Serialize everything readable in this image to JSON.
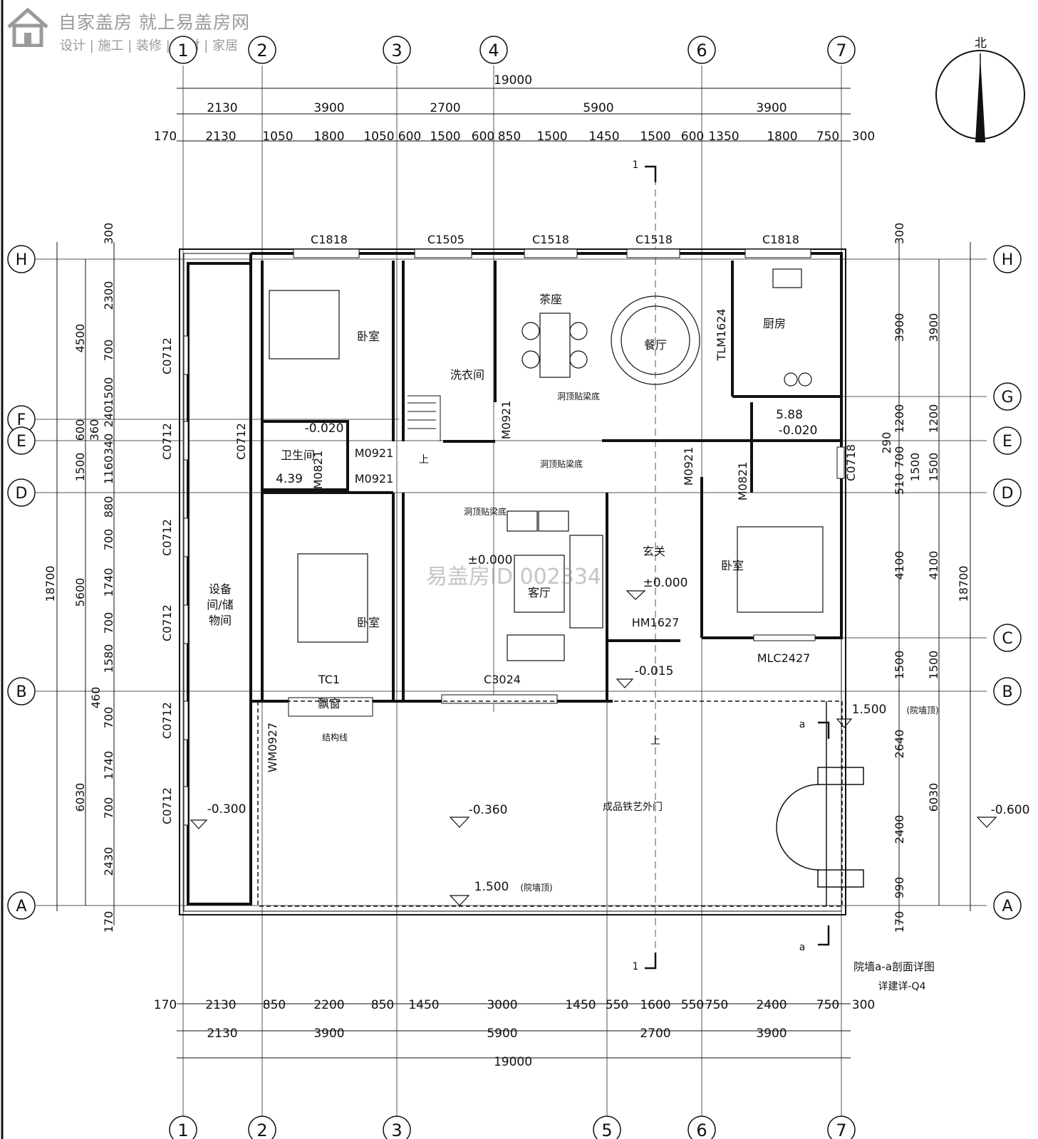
{
  "branding": {
    "title": "自家盖房 就上易盖房网",
    "subtitle": "设计 | 施工 | 装修 | 建材 | 家居",
    "watermark": "易盖房ID 002334"
  },
  "north": {
    "label": "北"
  },
  "grid_columns": [
    "1",
    "2",
    "3",
    "4",
    "5",
    "6",
    "7"
  ],
  "grid_rows": [
    "H",
    "G",
    "F",
    "E",
    "D",
    "C",
    "B",
    "A"
  ],
  "top_dims": {
    "total": "19000",
    "axis": [
      "2130",
      "3900",
      "2700",
      "5900",
      "3900"
    ],
    "detail": [
      "170",
      "2130",
      "1050",
      "1800",
      "1050",
      "600",
      "1500",
      "600",
      "850",
      "1500",
      "1450",
      "1500",
      "600",
      "1350",
      "1800",
      "750",
      "300"
    ]
  },
  "bottom_dims": {
    "total": "19000",
    "axis": [
      "2130",
      "3900",
      "5900",
      "2700",
      "3900"
    ],
    "detail": [
      "170",
      "2130",
      "850",
      "2200",
      "850",
      "1450",
      "3000",
      "1450",
      "550",
      "1600",
      "550",
      "750",
      "2400",
      "750",
      "300"
    ]
  },
  "left_dims": {
    "total": "18700",
    "axis": [
      "4500",
      "600",
      "1500",
      "5600",
      "6030"
    ],
    "detail": [
      "300",
      "2300",
      "700",
      "1500",
      "240",
      "360",
      "340",
      "1160",
      "880",
      "700",
      "1740",
      "700",
      "1580",
      "460",
      "700",
      "1740",
      "700",
      "2430",
      "170"
    ]
  },
  "right_dims": {
    "total": "18700",
    "axis": [
      "3900",
      "1200",
      "1500",
      "4100",
      "1500",
      "6030"
    ],
    "detail": [
      "300",
      "3900",
      "290",
      "1200",
      "700",
      "510",
      "1500",
      "4100",
      "1500",
      "2640",
      "2400",
      "990",
      "170"
    ]
  },
  "rooms": {
    "bedroom_nw": "卧室",
    "laundry": "洗衣间",
    "tea": "茶座",
    "dining": "餐厅",
    "kitchen": "厨房",
    "bathroom": "卫生间",
    "bedroom_sw": "卧室",
    "living": "客厅",
    "foyer": "玄关",
    "bedroom_se": "卧室",
    "storage_1": "设备",
    "storage_2": "间/储",
    "storage_3": "物间",
    "bay": "飘窗"
  },
  "windows": [
    "C1818",
    "C1505",
    "C1518",
    "C1518",
    "C1818",
    "C0712",
    "C0712",
    "C0712",
    "C0712",
    "C0712",
    "C0712",
    "C0712",
    "C0718",
    "TC1",
    "C3024",
    "MLC2427",
    "TLM1624"
  ],
  "doors": [
    "M0921",
    "M0921",
    "M0921",
    "M0921",
    "M0821",
    "M0821",
    "HM1627",
    "WM0927"
  ],
  "levels": [
    "-0.020",
    "4.39",
    "5.88",
    "-0.020",
    "±0.000",
    "±0.000",
    "-0.015",
    "1.500",
    "-0.300",
    "-0.360",
    "1.500",
    "-0.600"
  ],
  "notes": {
    "beam1": "洞顶贴梁底",
    "beam2": "洞顶贴梁底",
    "beam3": "洞顶贴梁底",
    "courtyard_top": "(院墙顶)",
    "gate": "成品铁艺外门",
    "structure": "结构线",
    "stair_up": "上",
    "entry_up": "上",
    "section_ref": "院墙a-a剖面详图",
    "detail_ref": "详建详-Q4",
    "section_mark": "1",
    "section_a": "a"
  }
}
